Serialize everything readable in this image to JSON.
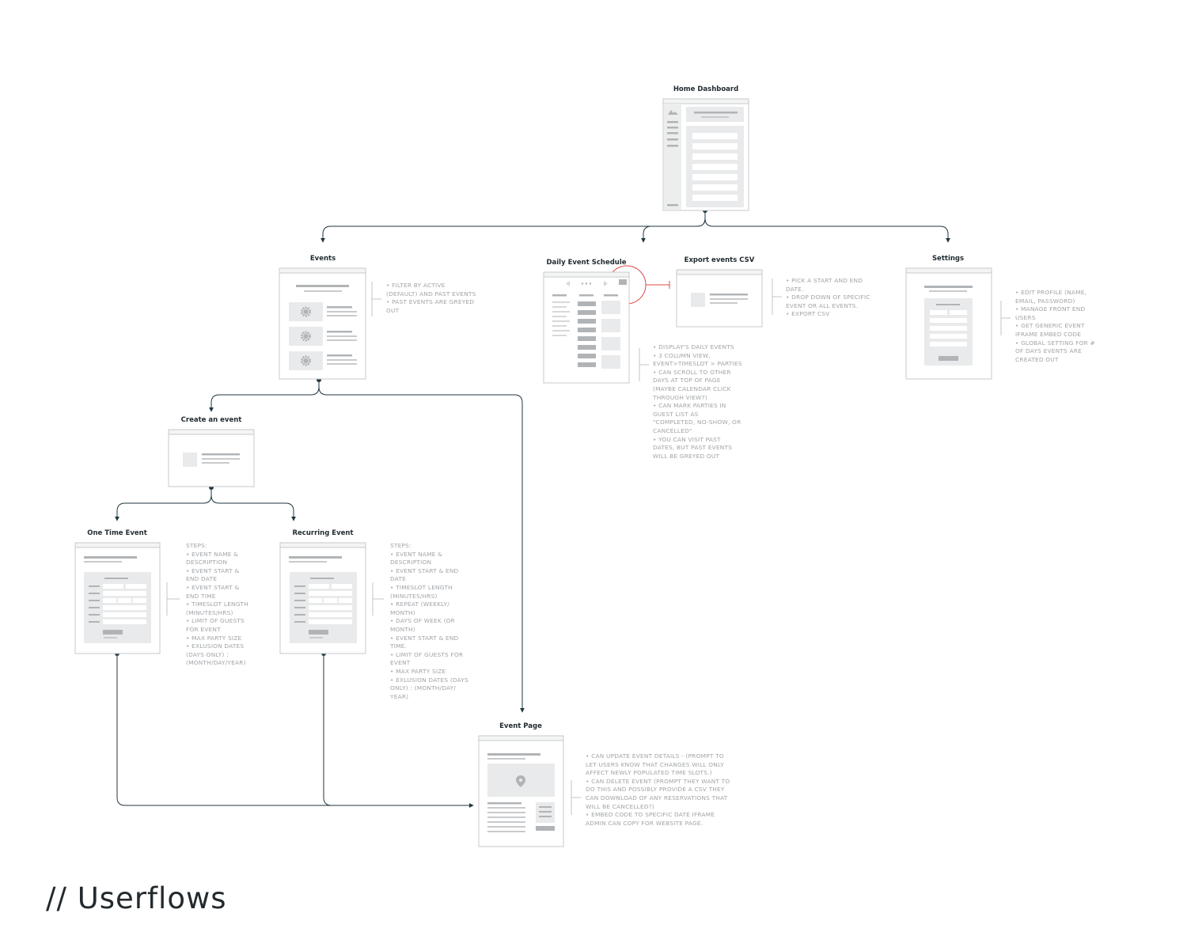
{
  "heading": "// Userflows",
  "nodes": {
    "home": {
      "title": "Home Dashboard"
    },
    "events": {
      "title": "Events",
      "notes": "• FILTER BY ACTIVE\n(DEFAULT) AND PAST EVENTS\n• PAST EVENTS ARE GREYED\nOUT"
    },
    "daily": {
      "title": "Daily Event Schedule",
      "notes": "• DISPLAY'S DAILY EVENTS\n• 3 COLUMN VIEW,\nEVENT>TIMESLOT > PARTIES\n• CAN SCROLL TO OTHER\nDAYS AT TOP OF PAGE\n(MAYBE CALENDAR CLICK\nTHROUGH VIEW?)\n• CAN MARK PARTIES IN\nGUEST LIST AS\n\"COMPLETED, NO-SHOW, OR\nCANCELLED\"\n• YOU CAN VISIT PAST\nDATES, BUT PAST EVENTS\nWILL BE GREYED OUT"
    },
    "export": {
      "title": "Export events CSV",
      "notes": "• PICK A START AND END\nDATE.\n• DROP DOWN OF SPECIFIC\nEVENT OR ALL EVENTS.\n• EXPORT CSV"
    },
    "settings": {
      "title": "Settings",
      "notes": "• EDIT PROFILE (NAME,\nEMAIL, PASSWORD)\n• MANAGE FRONT END\nUSERS\n• GET GENERIC EVENT\nIFRAME EMBED CODE\n• GLOBAL SETTING FOR #\nOF DAYS EVENTS ARE\nCREATED OUT"
    },
    "create": {
      "title": "Create an event"
    },
    "onetime": {
      "title": "One Time Event",
      "notes": "STEPS:\n• EVENT NAME &\nDESCRIPTION\n• EVENT START &\nEND DATE\n• EVENT START &\nEND TIME\n• TIMESLOT LENGTH\n(MINUTES/HRS)\n• LIMIT OF GUESTS\nFOR EVENT\n• MAX PARTY SIZE\n• EXLUSION DATES\n(DAYS ONLY) :\n(MONTH/DAY/YEAR)"
    },
    "recurring": {
      "title": "Recurring Event",
      "notes": "STEPS:\n• EVENT NAME &\nDESCRIPTION\n• EVENT START & END\nDATE\n• TIMESLOT LENGTH\n(MINUTES/HRS)\n• REPEAT (WEEKLY/\nMONTH)\n• DAYS OF WEEK (OR\nMONTH)\n• EVENT START & END\nTIME.\n• LIMIT OF GUESTS FOR\nEVENT\n• MAX PARTY SIZE\n• EXLUSION DATES (DAYS\nONLY) : (MONTH/DAY/\nYEAR)"
    },
    "eventpage": {
      "title": "Event Page",
      "notes": "• CAN UPDATE EVENT DETAILS - (PROMPT TO\nLET USERS KNOW THAT CHANGES WILL ONLY\nAFFECT NEWLY POPULATED TIME SLOTS.)\n• CAN DELETE EVENT (PROMPT THEY WANT TO\nDO THIS AND POSSIBLY PROVIDE A CSV THEY\nCAN DOWNLOAD OF ANY RESERVATIONS THAT\nWILL BE CANCELLED?)\n• EMBED CODE TO SPECIFIC DATE IFRAME\nADMIN CAN COPY FOR WEBSITE PAGE."
    }
  },
  "colors": {
    "connector": "#1f3640",
    "wire_border": "#c8cacc",
    "wire_fill": "#e9eaeb",
    "wire_dark": "#b1b4b7",
    "highlight": "#e04848"
  }
}
